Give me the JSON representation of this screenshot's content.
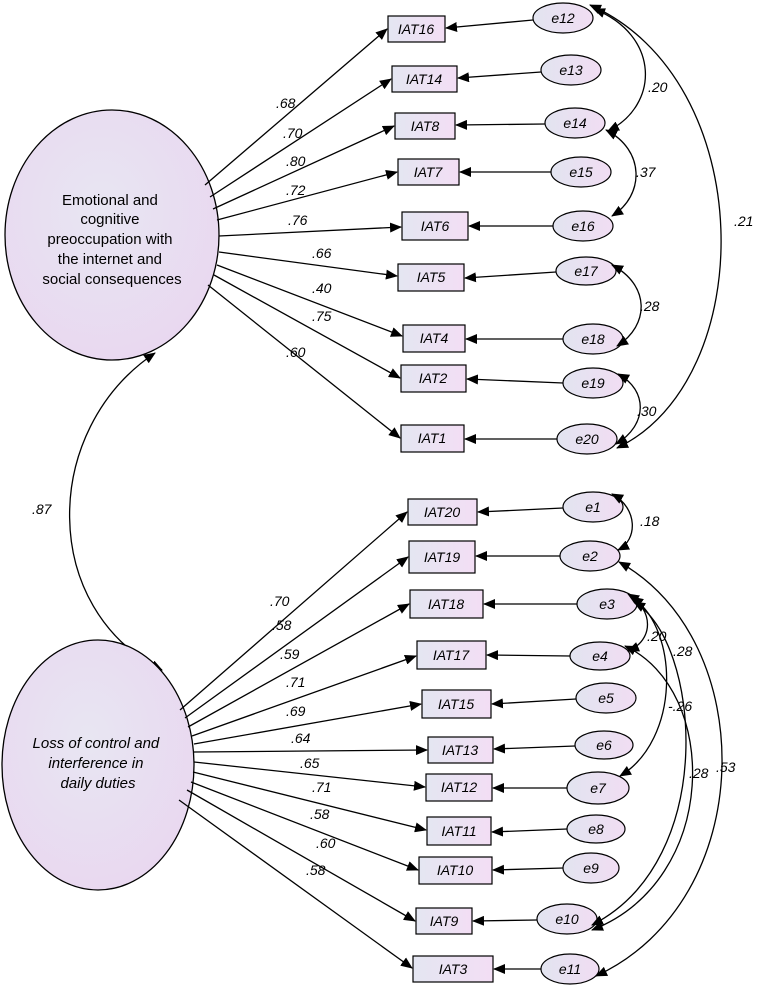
{
  "factors": {
    "f1": {
      "lines": [
        "Emotional and",
        "cognitive",
        "preoccupation with",
        "the internet and",
        "social consequences"
      ]
    },
    "f2": {
      "lines": [
        "Loss of control and",
        "interference in",
        "daily duties"
      ]
    }
  },
  "factor_correlation": ".87",
  "items_f1": [
    {
      "name": "IAT16",
      "error": "e12",
      "loading": ".68"
    },
    {
      "name": "IAT14",
      "error": "e13",
      "loading": ".70"
    },
    {
      "name": "IAT8",
      "error": "e14",
      "loading": ".80"
    },
    {
      "name": "IAT7",
      "error": "e15",
      "loading": ".72"
    },
    {
      "name": "IAT6",
      "error": "e16",
      "loading": ".76"
    },
    {
      "name": "IAT5",
      "error": "e17",
      "loading": ".66"
    },
    {
      "name": "IAT4",
      "error": "e18",
      "loading": ".40"
    },
    {
      "name": "IAT2",
      "error": "e19",
      "loading": ".75"
    },
    {
      "name": "IAT1",
      "error": "e20",
      "loading": ".60"
    }
  ],
  "items_f2": [
    {
      "name": "IAT20",
      "error": "e1",
      "loading": ".70"
    },
    {
      "name": "IAT19",
      "error": "e2",
      "loading": ".58"
    },
    {
      "name": "IAT18",
      "error": "e3",
      "loading": ".59"
    },
    {
      "name": "IAT17",
      "error": "e4",
      "loading": ".71"
    },
    {
      "name": "IAT15",
      "error": "e5",
      "loading": ".69"
    },
    {
      "name": "IAT13",
      "error": "e6",
      "loading": ".64"
    },
    {
      "name": "IAT12",
      "error": "e7",
      "loading": ".65"
    },
    {
      "name": "IAT11",
      "error": "e8",
      "loading": ".71"
    },
    {
      "name": "IAT10",
      "error": "e9",
      "loading": ".58"
    },
    {
      "name": "IAT9",
      "error": "e10",
      "loading": ".60"
    },
    {
      "name": "IAT3",
      "error": "e11",
      "loading": ".58"
    }
  ],
  "error_covariances": [
    {
      "from": "e12",
      "to": "e14",
      "value": ".20"
    },
    {
      "from": "e14",
      "to": "e16",
      "value": ".37"
    },
    {
      "from": "e12",
      "to": "e20",
      "value": ".21"
    },
    {
      "from": "e17",
      "to": "e18",
      "value": ".28"
    },
    {
      "from": "e19",
      "to": "e20",
      "value": ".30"
    },
    {
      "from": "e1",
      "to": "e2",
      "value": ".18"
    },
    {
      "from": "e3",
      "to": "e4",
      "value": ".20"
    },
    {
      "from": "e3",
      "to": "e7",
      "value": ".28"
    },
    {
      "from": "e4",
      "to": "e10",
      "value": "-.26"
    },
    {
      "from": "e3",
      "to": "e10",
      "value": ".28"
    },
    {
      "from": "e2",
      "to": "e11",
      "value": ".53"
    }
  ],
  "colors": {
    "box_fill_start": "#e6e6f4",
    "box_fill_end": "#f3e0f5",
    "latent_fill_start": "#e6e6f1",
    "latent_fill_end": "#ecdcf2",
    "line": "#000000"
  }
}
